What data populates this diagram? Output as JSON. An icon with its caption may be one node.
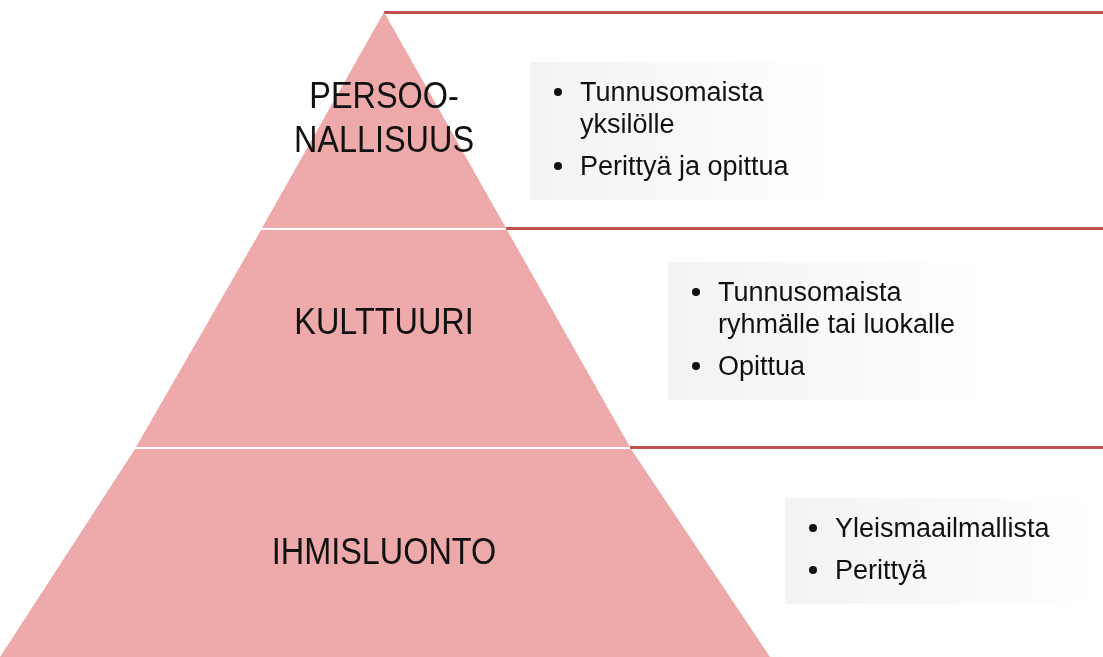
{
  "diagram": {
    "nodes": [
      {
        "text": [
          "PERSOO- NALLISUUS"
        ]
      },
      {
        "text": [
          "Tunnusomaista yksilölle",
          "Perittyä ja opittua"
        ]
      },
      {
        "text": [
          "KULTTUURI"
        ]
      },
      {
        "text": [
          "Tunnusomaista ryhmälle tai luokalle",
          "Opittua"
        ]
      },
      {
        "text": [
          "IHMISLUONTO"
        ]
      },
      {
        "text": [
          "Yleismaailmallista",
          "Perittyä"
        ]
      }
    ],
    "edges": []
  }
}
